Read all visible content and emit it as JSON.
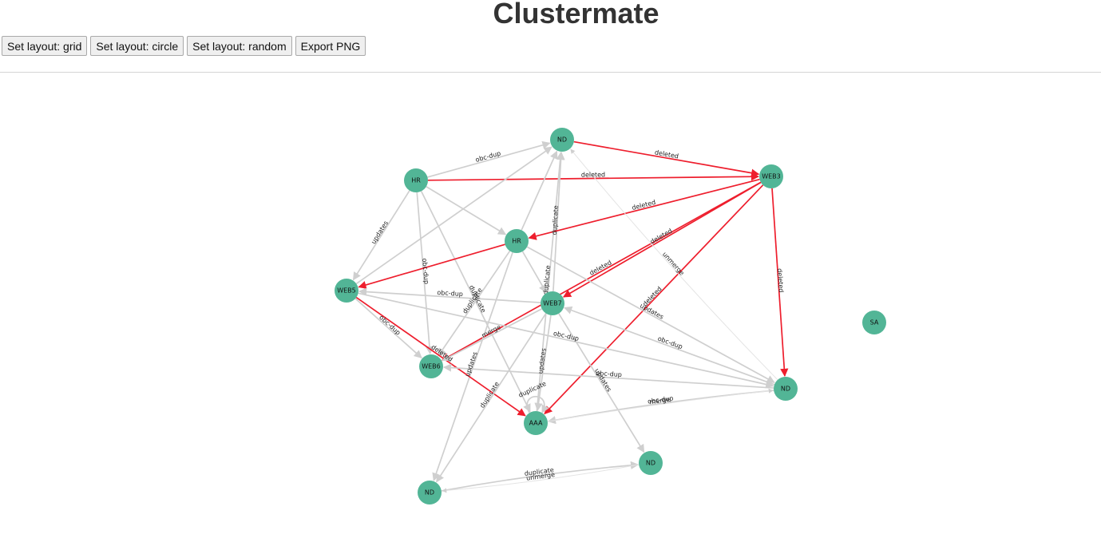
{
  "title": "Clustermate",
  "toolbar": {
    "grid": "Set layout: grid",
    "circle": "Set layout: circle",
    "random": "Set layout: random",
    "export": "Export PNG"
  },
  "colors": {
    "node": "#52b596",
    "edge": "#cfcfcf",
    "deleted_edge": "#ee1e2d"
  },
  "graph": {
    "nodes": [
      {
        "id": "nd_top",
        "label": "ND"
      },
      {
        "id": "hr1",
        "label": "HR"
      },
      {
        "id": "web3",
        "label": "WEB3"
      },
      {
        "id": "hr2",
        "label": "HR"
      },
      {
        "id": "web5",
        "label": "WEB5"
      },
      {
        "id": "web7",
        "label": "WEB7"
      },
      {
        "id": "sa",
        "label": "SA"
      },
      {
        "id": "web6",
        "label": "WEB6"
      },
      {
        "id": "nd_right",
        "label": "ND"
      },
      {
        "id": "aaa",
        "label": "AAA"
      },
      {
        "id": "nd_bottom",
        "label": "ND"
      },
      {
        "id": "nd_bl",
        "label": "ND"
      }
    ],
    "edges": [
      {
        "source": "hr1",
        "target": "nd_top",
        "label": "obc-dup",
        "kind": "normal"
      },
      {
        "source": "nd_top",
        "target": "web3",
        "label": "deleted",
        "kind": "deleted"
      },
      {
        "source": "hr1",
        "target": "web3",
        "label": "deleted",
        "kind": "deleted"
      },
      {
        "source": "hr1",
        "target": "web5",
        "label": "updates",
        "kind": "normal"
      },
      {
        "source": "hr1",
        "target": "aaa",
        "label": "duplicate",
        "kind": "normal"
      },
      {
        "source": "hr1",
        "target": "web6",
        "label": "obc-dup",
        "kind": "normal"
      },
      {
        "source": "hr1",
        "target": "hr2",
        "label": "",
        "kind": "normal"
      },
      {
        "source": "web5",
        "target": "nd_top",
        "label": "",
        "kind": "normal"
      },
      {
        "source": "hr2",
        "target": "nd_top",
        "label": "",
        "kind": "normal"
      },
      {
        "source": "web7",
        "target": "nd_top",
        "label": "duplicate",
        "kind": "normal"
      },
      {
        "source": "aaa",
        "target": "nd_top",
        "label": "duplicate",
        "kind": "normal"
      },
      {
        "source": "web3",
        "target": "hr2",
        "label": "deleted",
        "kind": "deleted"
      },
      {
        "source": "web3",
        "target": "web7",
        "label": "deleted",
        "kind": "deleted"
      },
      {
        "source": "web3",
        "target": "web6",
        "label": "deleted",
        "kind": "deleted"
      },
      {
        "source": "web3",
        "target": "aaa",
        "label": "deleted",
        "kind": "deleted"
      },
      {
        "source": "web3",
        "target": "nd_right",
        "label": "deleted",
        "kind": "deleted"
      },
      {
        "source": "hr2",
        "target": "web5",
        "label": "",
        "kind": "deleted"
      },
      {
        "source": "hr2",
        "target": "web7",
        "label": "",
        "kind": "normal"
      },
      {
        "source": "hr2",
        "target": "web6",
        "label": "duplicate",
        "kind": "normal"
      },
      {
        "source": "hr2",
        "target": "nd_bl",
        "label": "updates",
        "kind": "normal"
      },
      {
        "source": "hr2",
        "target": "nd_right",
        "label": "updates",
        "kind": "normal"
      },
      {
        "source": "web7",
        "target": "web5",
        "label": "obc-dup",
        "kind": "normal"
      },
      {
        "source": "web5",
        "target": "web6",
        "label": "obc-dup",
        "kind": "normal"
      },
      {
        "source": "web5",
        "target": "aaa",
        "label": "deleted",
        "kind": "deleted"
      },
      {
        "source": "web5",
        "target": "nd_right",
        "label": "obc-dup",
        "kind": "normal"
      },
      {
        "source": "web7",
        "target": "web6",
        "label": "merge",
        "kind": "normal"
      },
      {
        "source": "web7",
        "target": "aaa",
        "label": "updates",
        "kind": "normal"
      },
      {
        "source": "web7",
        "target": "nd_bl",
        "label": "duplicate",
        "kind": "normal"
      },
      {
        "source": "web7",
        "target": "nd_bottom",
        "label": "updates",
        "kind": "normal"
      },
      {
        "source": "nd_right",
        "target": "web7",
        "label": "obc-dup",
        "kind": "normal"
      },
      {
        "source": "nd_right",
        "target": "web6",
        "label": "obc-dup",
        "kind": "normal"
      },
      {
        "source": "nd_right",
        "target": "nd_top",
        "label": "unmerge",
        "kind": "faint"
      },
      {
        "source": "nd_right",
        "target": "aaa",
        "label": "obc-dup",
        "kind": "normal"
      },
      {
        "source": "aaa",
        "target": "nd_right",
        "label": "merge",
        "kind": "faint"
      },
      {
        "source": "aaa",
        "target": "aaa",
        "label": "duplicate",
        "kind": "normal"
      },
      {
        "source": "nd_bl",
        "target": "nd_bottom",
        "label": "duplicate",
        "kind": "normal"
      },
      {
        "source": "nd_bottom",
        "target": "nd_bl",
        "label": "unmerge",
        "kind": "faint"
      }
    ]
  }
}
